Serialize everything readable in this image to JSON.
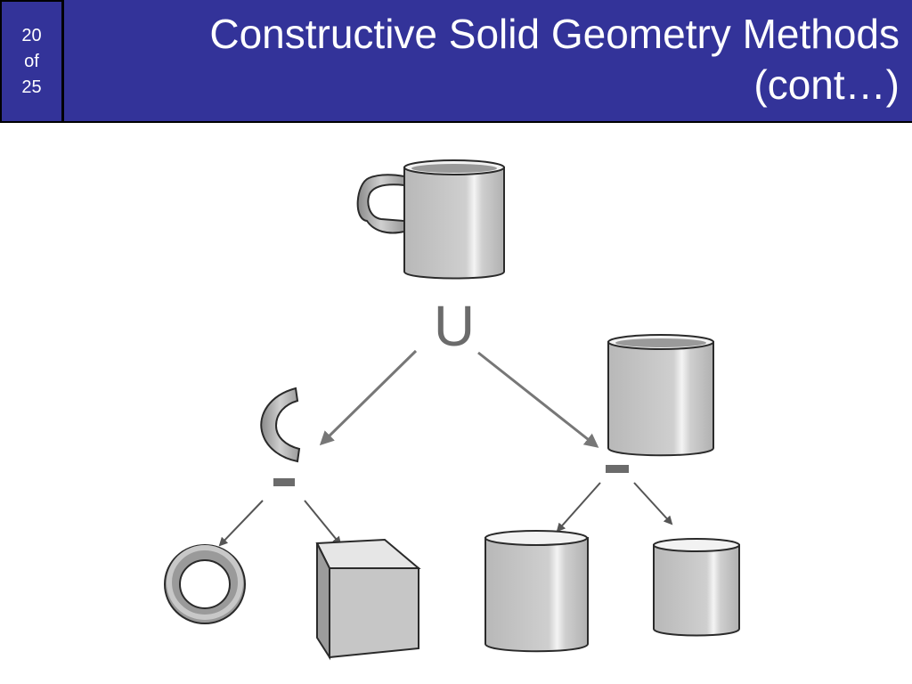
{
  "page_number": {
    "current": "20",
    "of_label": "of",
    "total": "25"
  },
  "title": {
    "line1": "Constructive Solid Geometry Methods",
    "line2": "(cont…)"
  },
  "operators": {
    "union": "U",
    "difference_left": "-",
    "difference_right": "-"
  },
  "colors": {
    "header_bg": "#333399",
    "header_text": "#ffffff",
    "solid_fill": "#c4c4c4",
    "solid_highlight": "#e8e8e8",
    "solid_stroke": "#2a2a2a",
    "operator": "#6b6b6b",
    "arrow": "#555555"
  },
  "icons": {
    "mug": "mug-icon",
    "handle": "handle-icon",
    "torus": "torus-icon",
    "cube": "cube-icon",
    "hollow_cylinder": "hollow-cylinder-icon",
    "outer_cylinder": "outer-cylinder-icon",
    "inner_cylinder": "inner-cylinder-icon"
  }
}
